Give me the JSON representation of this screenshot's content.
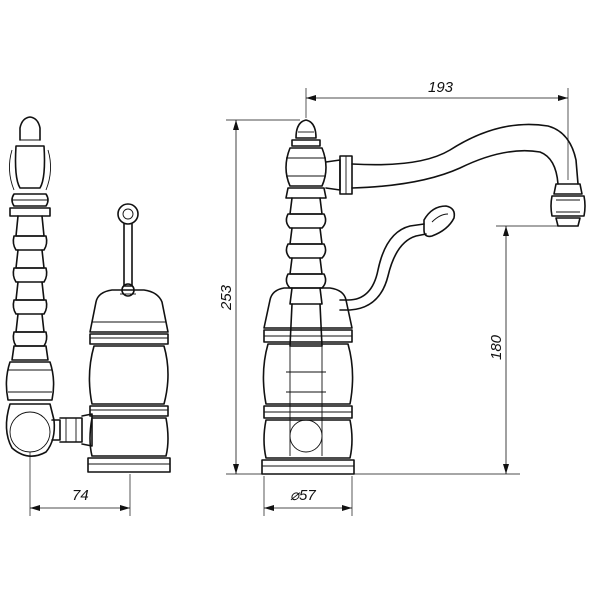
{
  "dimensions": {
    "side_handle_offset": "74",
    "spout_reach": "193",
    "total_height": "253",
    "spout_height": "180",
    "base_diameter": "⌀57"
  }
}
